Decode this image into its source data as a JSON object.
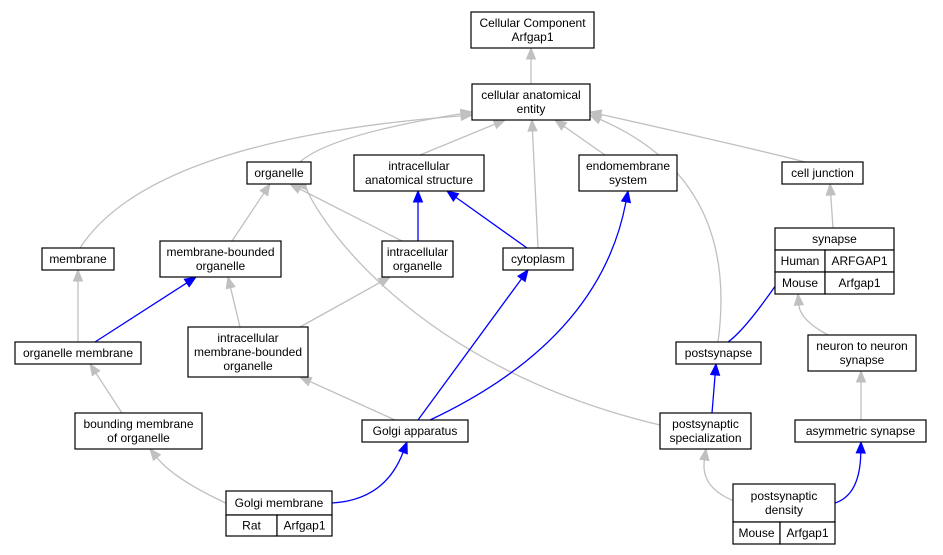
{
  "colors": {
    "gray_edge": "#c0c0c0",
    "blue_edge": "#0000ff",
    "human": "#f46d4f",
    "mouse": "#add8e6",
    "rat": "#ffd700"
  },
  "nodes": {
    "cellular_component": [
      "Cellular Component",
      "Arfgap1"
    ],
    "cellular_anatomical_entity": [
      "cellular anatomical",
      "entity"
    ],
    "organelle": [
      "organelle"
    ],
    "intracellular_anatomical_structure": [
      "intracellular",
      "anatomical structure"
    ],
    "endomembrane_system": [
      "endomembrane",
      "system"
    ],
    "cell_junction": [
      "cell junction"
    ],
    "membrane": [
      "membrane"
    ],
    "membrane_bounded_organelle": [
      "membrane-bounded",
      "organelle"
    ],
    "intracellular_organelle": [
      "intracellular",
      "organelle"
    ],
    "cytoplasm": [
      "cytoplasm"
    ],
    "synapse": [
      "synapse"
    ],
    "organelle_membrane": [
      "organelle membrane"
    ],
    "intracellular_membrane_bounded_organelle": [
      "intracellular",
      "membrane-bounded",
      "organelle"
    ],
    "postsynapse": [
      "postsynapse"
    ],
    "neuron_to_neuron_synapse": [
      "neuron to neuron",
      "synapse"
    ],
    "bounding_membrane": [
      "bounding membrane",
      "of organelle"
    ],
    "golgi_apparatus": [
      "Golgi apparatus"
    ],
    "postsynaptic_specialization": [
      "postsynaptic",
      "specialization"
    ],
    "asymmetric_synapse": [
      "asymmetric synapse"
    ],
    "golgi_membrane": [
      "Golgi membrane"
    ],
    "postsynaptic_density": [
      "postsynaptic",
      "density"
    ]
  },
  "annotations": {
    "synapse": [
      {
        "species": "Human",
        "gene": "ARFGAP1",
        "color": "#f46d4f"
      },
      {
        "species": "Mouse",
        "gene": "Arfgap1",
        "color": "#add8e6"
      }
    ],
    "golgi_membrane": [
      {
        "species": "Rat",
        "gene": "Arfgap1",
        "color": "#ffd700"
      }
    ],
    "postsynaptic_density": [
      {
        "species": "Mouse",
        "gene": "Arfgap1",
        "color": "#add8e6"
      }
    ]
  },
  "edges": [
    {
      "from": "cellular_anatomical_entity",
      "to": "cellular_component",
      "type": "gray"
    },
    {
      "from": "organelle",
      "to": "cellular_anatomical_entity",
      "type": "gray"
    },
    {
      "from": "intracellular_anatomical_structure",
      "to": "cellular_anatomical_entity",
      "type": "gray"
    },
    {
      "from": "endomembrane_system",
      "to": "cellular_anatomical_entity",
      "type": "gray"
    },
    {
      "from": "cell_junction",
      "to": "cellular_anatomical_entity",
      "type": "gray"
    },
    {
      "from": "membrane",
      "to": "cellular_anatomical_entity",
      "type": "gray"
    },
    {
      "from": "cytoplasm",
      "to": "cellular_anatomical_entity",
      "type": "gray"
    },
    {
      "from": "postsynapse",
      "to": "cellular_anatomical_entity",
      "type": "gray"
    },
    {
      "from": "membrane_bounded_organelle",
      "to": "organelle",
      "type": "gray"
    },
    {
      "from": "intracellular_organelle",
      "to": "organelle",
      "type": "gray"
    },
    {
      "from": "postsynaptic_specialization",
      "to": "organelle",
      "type": "gray"
    },
    {
      "from": "intracellular_organelle",
      "to": "intracellular_anatomical_structure",
      "type": "blue"
    },
    {
      "from": "cytoplasm",
      "to": "intracellular_anatomical_structure",
      "type": "blue"
    },
    {
      "from": "golgi_apparatus",
      "to": "endomembrane_system",
      "type": "blue"
    },
    {
      "from": "synapse",
      "to": "cell_junction",
      "type": "gray"
    },
    {
      "from": "organelle_membrane",
      "to": "membrane",
      "type": "gray"
    },
    {
      "from": "organelle_membrane",
      "to": "membrane_bounded_organelle",
      "type": "blue"
    },
    {
      "from": "intracellular_membrane_bounded_organelle",
      "to": "membrane_bounded_organelle",
      "type": "gray"
    },
    {
      "from": "intracellular_membrane_bounded_organelle",
      "to": "intracellular_organelle",
      "type": "gray"
    },
    {
      "from": "golgi_apparatus",
      "to": "cytoplasm",
      "type": "blue"
    },
    {
      "from": "postsynapse",
      "to": "synapse",
      "type": "blue"
    },
    {
      "from": "neuron_to_neuron_synapse",
      "to": "synapse",
      "type": "gray"
    },
    {
      "from": "bounding_membrane",
      "to": "organelle_membrane",
      "type": "gray"
    },
    {
      "from": "golgi_apparatus",
      "to": "intracellular_membrane_bounded_organelle",
      "type": "gray"
    },
    {
      "from": "postsynaptic_specialization",
      "to": "postsynapse",
      "type": "blue"
    },
    {
      "from": "asymmetric_synapse",
      "to": "neuron_to_neuron_synapse",
      "type": "gray"
    },
    {
      "from": "golgi_membrane",
      "to": "bounding_membrane",
      "type": "gray"
    },
    {
      "from": "golgi_membrane",
      "to": "golgi_apparatus",
      "type": "blue"
    },
    {
      "from": "postsynaptic_density",
      "to": "postsynaptic_specialization",
      "type": "gray"
    },
    {
      "from": "postsynaptic_density",
      "to": "asymmetric_synapse",
      "type": "blue"
    }
  ]
}
